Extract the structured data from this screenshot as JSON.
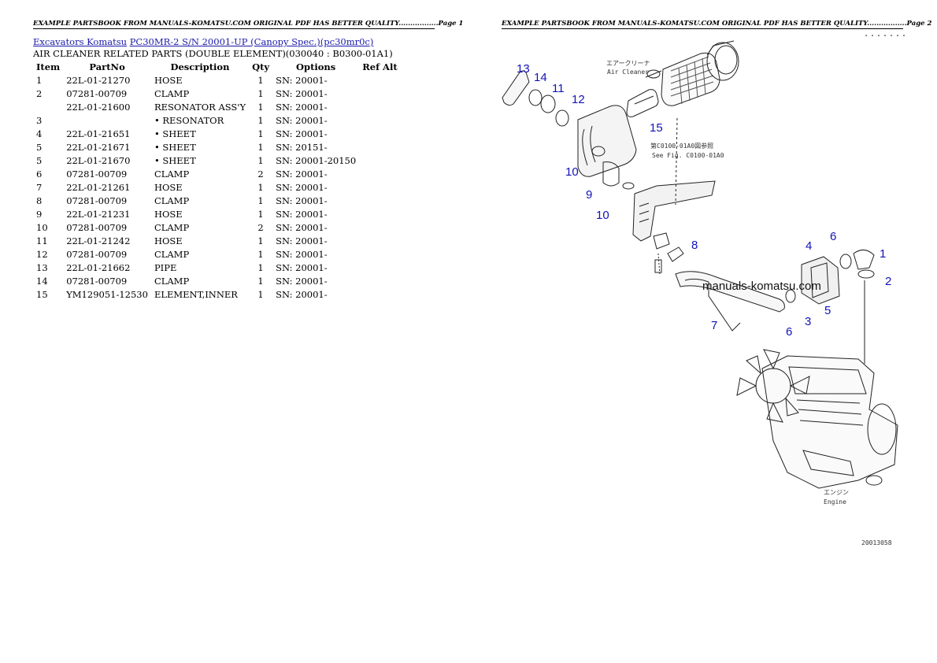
{
  "header": {
    "page1": "EXAMPLE PARTSBOOK FROM MANUALS-KOMATSU.COM ORIGINAL PDF HAS BETTER QUALITY.................Page 1",
    "page2": "EXAMPLE PARTSBOOK FROM MANUALS-KOMATSU.COM ORIGINAL PDF HAS BETTER QUALITY.................Page 2"
  },
  "breadcrumb": {
    "link1": "Excavators Komatsu",
    "link2": "PC30MR-2 S/N 20001-UP (Canopy Spec.)(pc30mr0c)"
  },
  "section_title": "AIR CLEANER RELATED PARTS (DOUBLE ELEMENT)(030040 : B0300-01A1)",
  "table": {
    "columns": [
      "Item",
      "PartNo",
      "Description",
      "Qty",
      "Options",
      "Ref Alt"
    ],
    "rows": [
      {
        "item": "1",
        "partno": "22L-01-21270",
        "desc": "HOSE",
        "qty": "1",
        "opt": "SN: 20001-",
        "ref": ""
      },
      {
        "item": "2",
        "partno": "07281-00709",
        "desc": "CLAMP",
        "qty": "1",
        "opt": "SN: 20001-",
        "ref": ""
      },
      {
        "item": "",
        "partno": "22L-01-21600",
        "desc": "RESONATOR ASS'Y",
        "qty": "1",
        "opt": "SN: 20001-",
        "ref": ""
      },
      {
        "item": "3",
        "partno": "",
        "desc": "• RESONATOR",
        "qty": "1",
        "opt": "SN: 20001-",
        "ref": ""
      },
      {
        "item": "4",
        "partno": "22L-01-21651",
        "desc": "• SHEET",
        "qty": "1",
        "opt": "SN: 20001-",
        "ref": ""
      },
      {
        "item": "5",
        "partno": "22L-01-21671",
        "desc": "• SHEET",
        "qty": "1",
        "opt": "SN: 20151-",
        "ref": ""
      },
      {
        "item": "5",
        "partno": "22L-01-21670",
        "desc": "• SHEET",
        "qty": "1",
        "opt": "SN: 20001-20150",
        "ref": ""
      },
      {
        "item": "6",
        "partno": "07281-00709",
        "desc": "CLAMP",
        "qty": "2",
        "opt": "SN: 20001-",
        "ref": ""
      },
      {
        "item": "7",
        "partno": "22L-01-21261",
        "desc": "HOSE",
        "qty": "1",
        "opt": "SN: 20001-",
        "ref": ""
      },
      {
        "item": "8",
        "partno": "07281-00709",
        "desc": "CLAMP",
        "qty": "1",
        "opt": "SN: 20001-",
        "ref": ""
      },
      {
        "item": "9",
        "partno": "22L-01-21231",
        "desc": "HOSE",
        "qty": "1",
        "opt": "SN: 20001-",
        "ref": ""
      },
      {
        "item": "10",
        "partno": "07281-00709",
        "desc": "CLAMP",
        "qty": "2",
        "opt": "SN: 20001-",
        "ref": ""
      },
      {
        "item": "11",
        "partno": "22L-01-21242",
        "desc": "HOSE",
        "qty": "1",
        "opt": "SN: 20001-",
        "ref": ""
      },
      {
        "item": "12",
        "partno": "07281-00709",
        "desc": "CLAMP",
        "qty": "1",
        "opt": "SN: 20001-",
        "ref": ""
      },
      {
        "item": "13",
        "partno": "22L-01-21662",
        "desc": "PIPE",
        "qty": "1",
        "opt": "SN: 20001-",
        "ref": ""
      },
      {
        "item": "14",
        "partno": "07281-00709",
        "desc": "CLAMP",
        "qty": "1",
        "opt": "SN: 20001-",
        "ref": ""
      },
      {
        "item": "15",
        "partno": "YM129051-12530",
        "desc": "ELEMENT,INNER",
        "qty": "1",
        "opt": "SN: 20001-",
        "ref": ""
      }
    ]
  },
  "diagram": {
    "label_air_cleaner_jp": "エアークリーナ",
    "label_air_cleaner_en": "Air Cleaner",
    "label_see_fig_jp": "第C0100-01A0図参照",
    "label_see_fig_en": "See Fig. C0100-01A0",
    "label_engine_jp": "エンジン",
    "label_engine_en": "Engine",
    "watermark": "manuals-komatsu.com",
    "drawing_code": "20013058",
    "top_mark": "・・・・・・・",
    "callouts": {
      "c1": "1",
      "c2": "2",
      "c3": "3",
      "c4": "4",
      "c5": "5",
      "c6a": "6",
      "c6b": "6",
      "c7": "7",
      "c8": "8",
      "c9": "9",
      "c10a": "10",
      "c10b": "10",
      "c11": "11",
      "c12": "12",
      "c13": "13",
      "c14": "14",
      "c15": "15"
    },
    "callout_color": "#1212b8"
  }
}
